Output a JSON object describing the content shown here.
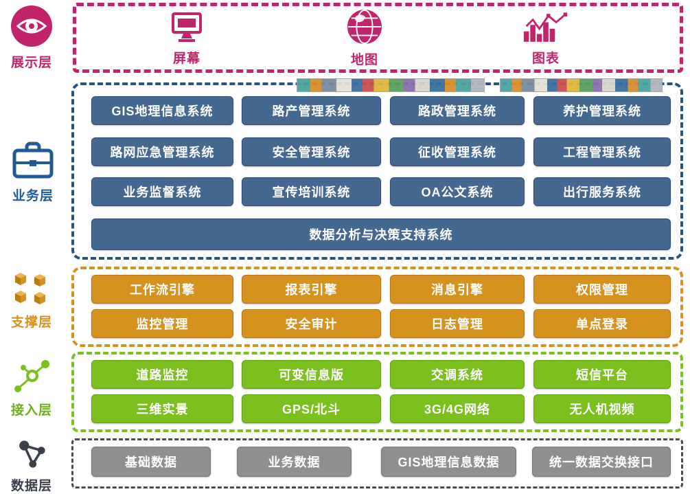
{
  "colors": {
    "presentation_accent": "#c2246c",
    "business_border": "#28547c",
    "business_box": "#44688f",
    "support_accent": "#d6921f",
    "access_accent": "#7cc01f",
    "data_box": "#8f8f8f",
    "data_icon": "#3a4049"
  },
  "layers": {
    "presentation": {
      "label": "展示层",
      "items": [
        {
          "label": "屏幕",
          "icon": "monitor-icon"
        },
        {
          "label": "地图",
          "icon": "globe-icon"
        },
        {
          "label": "图表",
          "icon": "bar-chart-icon"
        }
      ]
    },
    "business": {
      "label": "业务层",
      "rows": [
        [
          "GIS地理信息系统",
          "路产管理系统",
          "路政管理系统",
          "养护管理系统"
        ],
        [
          "路网应急管理系统",
          "安全管理系统",
          "征收管理系统",
          "工程管理系统"
        ],
        [
          "业务监督系统",
          "宣传培训系统",
          "OA公文系统",
          "出行服务系统"
        ]
      ],
      "wide": "数据分析与决策支持系统"
    },
    "support": {
      "label": "支撑层",
      "rows": [
        [
          "工作流引擎",
          "报表引擎",
          "消息引擎",
          "权限管理"
        ],
        [
          "监控管理",
          "安全审计",
          "日志管理",
          "单点登录"
        ]
      ]
    },
    "access": {
      "label": "接入层",
      "rows": [
        [
          "道路监控",
          "可变信息版",
          "交调系统",
          "短信平台"
        ],
        [
          "三维实景",
          "GPS/北斗",
          "3G/4G网络",
          "无人机视频"
        ]
      ]
    },
    "data": {
      "label": "数据层",
      "rows": [
        [
          "基础数据",
          "业务数据",
          "GIS地理信息数据",
          "统一数据交换接口"
        ]
      ]
    }
  }
}
